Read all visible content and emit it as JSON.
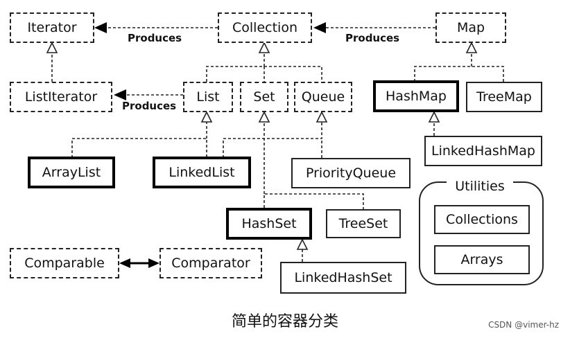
{
  "nodes": {
    "iterator": "Iterator",
    "collection": "Collection",
    "map": "Map",
    "list_iterator": "ListIterator",
    "list": "List",
    "set": "Set",
    "queue": "Queue",
    "hash_map": "HashMap",
    "tree_map": "TreeMap",
    "linked_hash_map": "LinkedHashMap",
    "array_list": "ArrayList",
    "linked_list": "LinkedList",
    "priority_queue": "PriorityQueue",
    "hash_set": "HashSet",
    "tree_set": "TreeSet",
    "linked_hash_set": "LinkedHashSet",
    "comparable": "Comparable",
    "comparator": "Comparator",
    "collections": "Collections",
    "arrays": "Arrays"
  },
  "labels": {
    "produces_collection_iterator": "Produces",
    "produces_map_collection": "Produces",
    "produces_list_listiterator": "Produces",
    "utilities": "Utilities"
  },
  "caption": "简单的容器分类",
  "watermark": "CSDN @vimer-hz",
  "colors": {
    "line": "#222222",
    "background": "#ffffff"
  }
}
